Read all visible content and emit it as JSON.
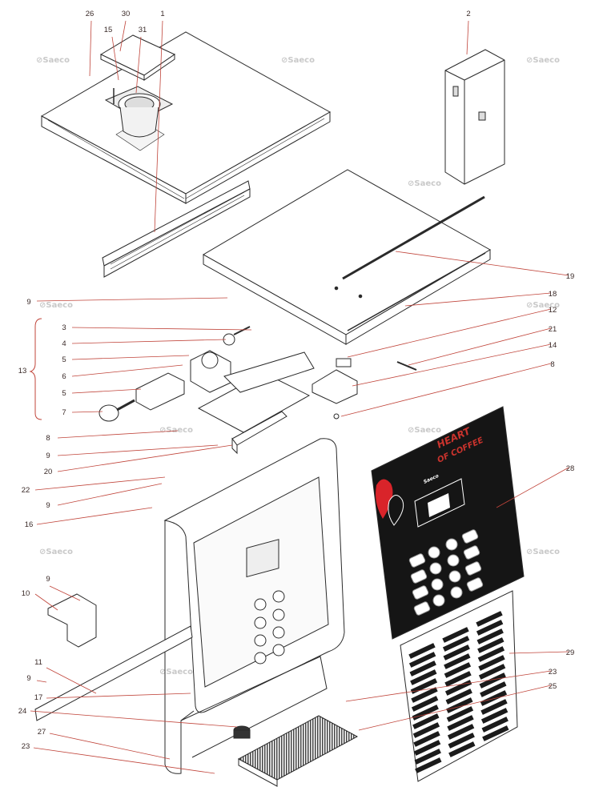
{
  "colors": {
    "leader": "#c0443a",
    "label": "#3a2a28",
    "line": "#2a2a2a",
    "panel": "#151515",
    "heart": "#d9242a",
    "watermark": "#c9c9c9"
  },
  "watermark_text": "Saeco",
  "panel": {
    "title_line1": "HEART",
    "title_line2": "OF COFFEE",
    "brand": "Saeco"
  },
  "callouts": [
    {
      "label": "26"
    },
    {
      "label": "30"
    },
    {
      "label": "15"
    },
    {
      "label": "31"
    },
    {
      "label": "1"
    },
    {
      "label": "2"
    },
    {
      "label": "19"
    },
    {
      "label": "18"
    },
    {
      "label": "12"
    },
    {
      "label": "21"
    },
    {
      "label": "14"
    },
    {
      "label": "8"
    },
    {
      "label": "9"
    },
    {
      "label": "3"
    },
    {
      "label": "4"
    },
    {
      "label": "5"
    },
    {
      "label": "6"
    },
    {
      "label": "5"
    },
    {
      "label": "7"
    },
    {
      "label": "13"
    },
    {
      "label": "8"
    },
    {
      "label": "9"
    },
    {
      "label": "20"
    },
    {
      "label": "22"
    },
    {
      "label": "9"
    },
    {
      "label": "16"
    },
    {
      "label": "28"
    },
    {
      "label": "9"
    },
    {
      "label": "10"
    },
    {
      "label": "29"
    },
    {
      "label": "11"
    },
    {
      "label": "9"
    },
    {
      "label": "17"
    },
    {
      "label": "23"
    },
    {
      "label": "25"
    },
    {
      "label": "24"
    },
    {
      "label": "27"
    },
    {
      "label": "23"
    }
  ]
}
